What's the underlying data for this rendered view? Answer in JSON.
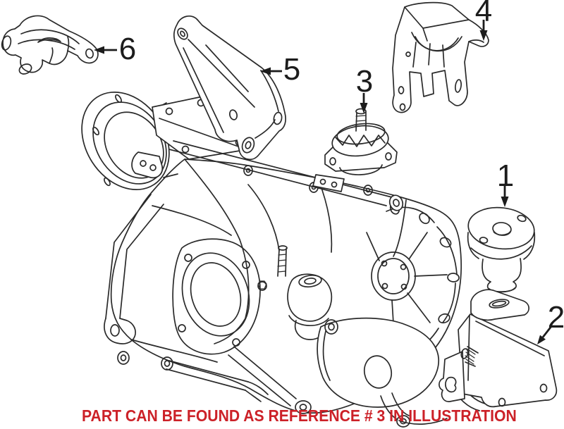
{
  "diagram": {
    "background": "#ffffff",
    "line_color": "#2a2a2a",
    "callouts": [
      {
        "label": "1"
      },
      {
        "label": "2"
      },
      {
        "label": "3"
      },
      {
        "label": "4"
      },
      {
        "label": "5"
      },
      {
        "label": "6"
      }
    ]
  },
  "caption": {
    "text": "PART CAN BE FOUND AS REFERENCE # 3 IN ILLUSTRATION",
    "referenced_part": "3",
    "color": "#cc2128"
  }
}
